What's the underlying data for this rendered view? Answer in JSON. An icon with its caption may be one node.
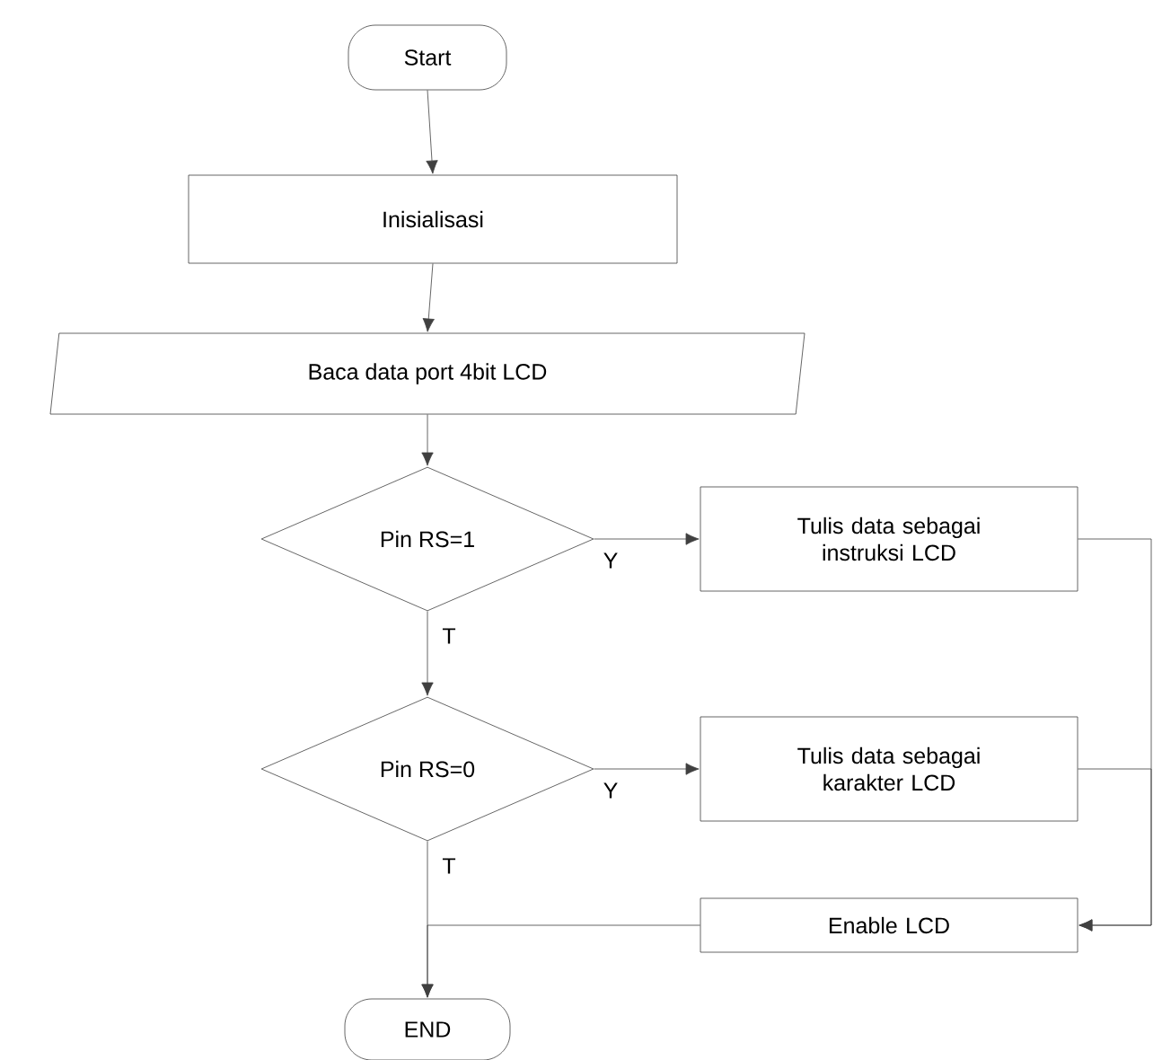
{
  "diagram": {
    "nodes": [
      {
        "text": [
          "Start"
        ]
      },
      {
        "text": [
          "Inisialisasi"
        ]
      },
      {
        "text": [
          "Baca data port 4bit LCD"
        ]
      },
      {
        "text": [
          "Pin RS=1"
        ]
      },
      {
        "text": [
          "Tulis data sebagai instruksi LCD"
        ]
      },
      {
        "text": [
          "Pin RS=0"
        ]
      },
      {
        "text": [
          "Tulis data sebagai karakter LCD"
        ]
      },
      {
        "text": [
          "Enable LCD"
        ]
      },
      {
        "text": [
          "END"
        ]
      }
    ],
    "edges": [
      {
        "from": 0,
        "to": 1,
        "arrow": "to"
      },
      {
        "from": 1,
        "to": 2,
        "arrow": "to"
      },
      {
        "from": 2,
        "to": 3,
        "arrow": "to"
      },
      {
        "from": 3,
        "to": 4,
        "arrow": "to",
        "label": "Y"
      },
      {
        "from": 3,
        "to": 5,
        "arrow": "to",
        "label": "T"
      },
      {
        "from": 5,
        "to": 6,
        "arrow": "to",
        "label": "Y"
      },
      {
        "from": 5,
        "to": 8,
        "arrow": "to",
        "label": "T"
      },
      {
        "from": 4,
        "to": 7,
        "arrow": "to"
      },
      {
        "from": 6,
        "to": 7,
        "arrow": "to"
      },
      {
        "from": 7,
        "to": 8,
        "arrow": "to"
      }
    ]
  }
}
